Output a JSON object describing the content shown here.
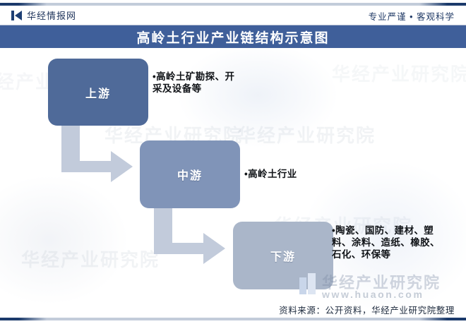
{
  "header": {
    "logo_icon": "huajing-play-mark-icon",
    "brand_name": "华经情报网",
    "slogan": "专业严谨 • 客观科学"
  },
  "title_bar": {
    "title": "高岭土行业产业链结构示意图"
  },
  "diagram": {
    "type": "industry-chain",
    "nodes": [
      {
        "id": "upstream",
        "label": "上游",
        "color": "#4f6a99",
        "note_bullet": "•",
        "note": "高岭土矿勘探、开采及设备等"
      },
      {
        "id": "midstream",
        "label": "中游",
        "color": "#8094b8",
        "note_bullet": "•",
        "note": "高岭土行业"
      },
      {
        "id": "downstream",
        "label": "下游",
        "color": "#aab6c9",
        "note_bullet": "•",
        "note": "陶瓷、国防、建材、塑料、涂料、造纸、橡胶、石化、环保等"
      }
    ],
    "connectors": [
      {
        "id": "upstream-to-midstream",
        "icon": "elbow-arrow-down-right-icon",
        "color": "#c2cbdb"
      },
      {
        "id": "midstream-to-downstream",
        "icon": "elbow-arrow-down-right-icon",
        "color": "#c2cbdb"
      }
    ]
  },
  "watermark": {
    "tile_text": "华经产业研究院",
    "brand_cn": "华经产业研究院",
    "brand_url": "www.huaon.com",
    "logo_icon": "huaon-logo-icon"
  },
  "footer": {
    "source": "资料来源：公开资料，华经产业研究院整理"
  },
  "colors": {
    "title_bar": "#3f5f9a",
    "brand_navy": "#1e3f74",
    "upstream": "#4f6a99",
    "midstream": "#8094b8",
    "downstream": "#aab6c9",
    "arrow": "#c2cbdb"
  }
}
